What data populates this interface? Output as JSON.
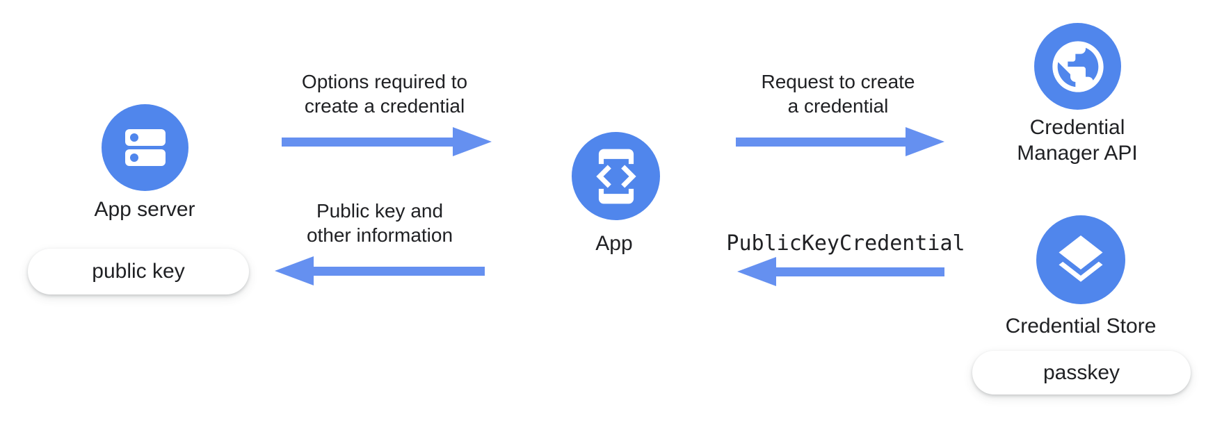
{
  "colors": {
    "node_fill": "#5086EC",
    "arrow_fill": "#6590F0",
    "text": "#202124",
    "badge_bg": "#FFFFFF"
  },
  "nodes": {
    "app_server": {
      "label": "App server",
      "icon": "server-icon",
      "badge": "public key"
    },
    "app": {
      "label": "App",
      "icon": "phone-code-icon"
    },
    "credential_manager": {
      "label_lines": [
        "Credential",
        "Manager API"
      ],
      "icon": "globe-icon"
    },
    "credential_store": {
      "label": "Credential Store",
      "icon": "layers-icon",
      "badge": "passkey"
    }
  },
  "arrows": [
    {
      "name": "options-arrow",
      "direction": "right",
      "from": "App server",
      "to": "App",
      "label_lines": [
        "Options required to",
        "create a credential"
      ]
    },
    {
      "name": "request-arrow",
      "direction": "right",
      "from": "App",
      "to": "Credential Manager API",
      "label_lines": [
        "Request to create",
        "a credential"
      ]
    },
    {
      "name": "public-key-arrow",
      "direction": "left",
      "from": "App",
      "to": "App server",
      "label_lines": [
        "Public key and",
        "other information"
      ]
    },
    {
      "name": "credential-arrow",
      "direction": "left",
      "from": "Credential Store",
      "to": "App",
      "label_lines": [
        "PublicKeyCredential"
      ],
      "mono": true
    }
  ]
}
